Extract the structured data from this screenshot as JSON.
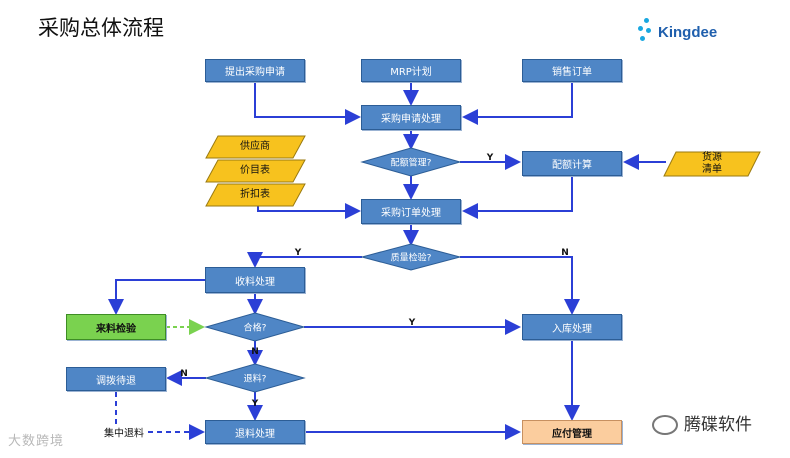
{
  "title": "采购总体流程",
  "logo": {
    "text": "Kingdee",
    "color": "#1f5fad"
  },
  "colors": {
    "process": "#4f86c6",
    "decision": "#4f86c6",
    "parallelogram": "#f7c21e",
    "green": "#7ad24f",
    "peach": "#fbcd9e",
    "arrow": "#2b3fd6"
  },
  "nodes": {
    "raise_request": "提出采购申请",
    "mrp": "MRP计划",
    "sales_order": "销售订单",
    "request_process": "采购申请处理",
    "quota_decision": "配额管理?",
    "quota_calc": "配额计算",
    "supply_list": "货源清单",
    "supplier": "供应商",
    "price_list": "价目表",
    "discount_list": "折扣表",
    "order_process": "采购订单处理",
    "quality_decision": "质量检验?",
    "receive": "收料处理",
    "incoming_inspect": "来料检验",
    "pass_decision": "合格?",
    "stock_in": "入库处理",
    "return_decision": "退料?",
    "transfer_wait": "调拨待退",
    "return_process": "退料处理",
    "payable": "应付管理"
  },
  "edges": {
    "y": "Y",
    "n": "N",
    "centralized_return": "集中退料"
  },
  "watermark": {
    "left": "大数跨境",
    "right": "腾碟软件"
  }
}
